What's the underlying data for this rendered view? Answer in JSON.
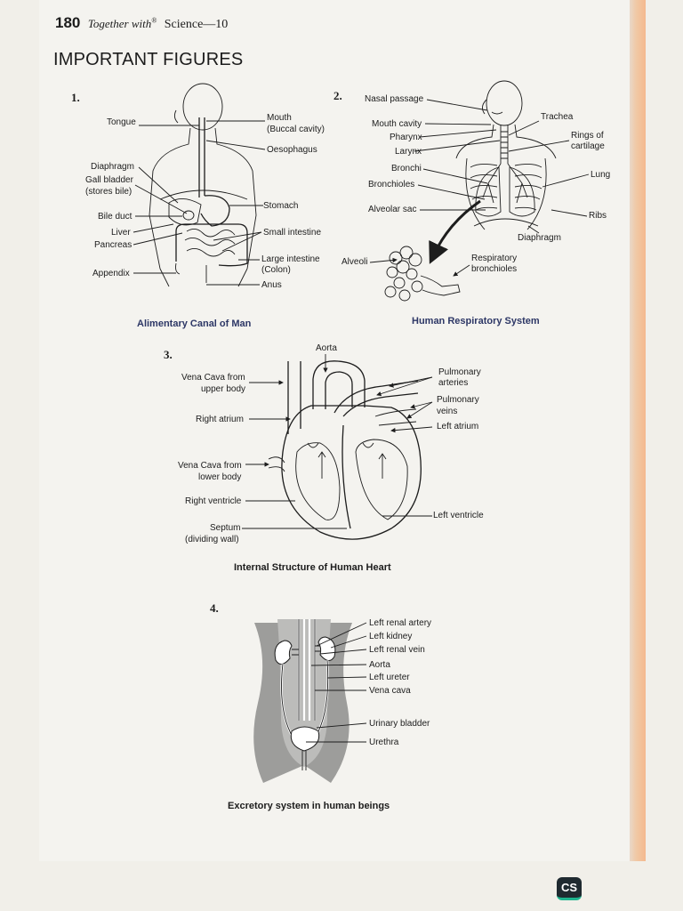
{
  "header": {
    "page_number": "180",
    "brand": "Together with",
    "brand_mark": "®",
    "subject": "Science—10"
  },
  "section_title": "IMPORTANT FIGURES",
  "figures": {
    "alimentary": {
      "number": "1.",
      "caption": "Alimentary Canal of Man",
      "labels": {
        "tongue": "Tongue",
        "mouth": "Mouth",
        "buccal": "(Buccal cavity)",
        "oesophagus": "Oesophagus",
        "diaphragm": "Diaphragm",
        "gall_bladder": "Gall bladder",
        "stores_bile": "(stores bile)",
        "stomach": "Stomach",
        "bile_duct": "Bile duct",
        "liver": "Liver",
        "pancreas": "Pancreas",
        "small_intestine": "Small intestine",
        "appendix": "Appendix",
        "large_intestine": "Large intestine",
        "colon": "(Colon)",
        "anus": "Anus"
      }
    },
    "respiratory": {
      "number": "2.",
      "caption": "Human Respiratory System",
      "labels": {
        "nasal_passage": "Nasal passage",
        "trachea": "Trachea",
        "mouth_cavity": "Mouth cavity",
        "pharynx": "Pharynx",
        "rings_of": "Rings of",
        "cartilage": "cartilage",
        "larynx": "Larynx",
        "bronchi": "Bronchi",
        "lung": "Lung",
        "bronchioles": "Bronchioles",
        "alveolar_sac": "Alveolar sac",
        "ribs": "Ribs",
        "diaphragm": "Diaphragm",
        "alveoli": "Alveoli",
        "respiratory": "Respiratory",
        "bronchioles2": "bronchioles"
      }
    },
    "heart": {
      "number": "3.",
      "caption": "Internal Structure of Human Heart",
      "labels": {
        "aorta": "Aorta",
        "vena_cava_from": "Vena Cava from",
        "upper_body": "upper body",
        "pulmonary": "Pulmonary",
        "arteries": "arteries",
        "pulmonary2": "Pulmonary",
        "veins": "veins",
        "right_atrium": "Right atrium",
        "left_atrium": "Left atrium",
        "vena_cava_from2": "Vena Cava from",
        "lower_body": "lower body",
        "right_ventricle": "Right ventricle",
        "left_ventricle": "Left ventricle",
        "septum": "Septum",
        "dividing_wall": "(dividing wall)"
      }
    },
    "excretory": {
      "number": "4.",
      "caption": "Excretory system in human beings",
      "labels": {
        "left_renal_artery": "Left renal artery",
        "left_kidney": "Left kidney",
        "left_renal_vein": "Left renal vein",
        "aorta": "Aorta",
        "left_ureter": "Left ureter",
        "vena_cava": "Vena cava",
        "urinary_bladder": "Urinary bladder",
        "urethra": "Urethra"
      }
    }
  },
  "badge": {
    "text": "CS"
  }
}
